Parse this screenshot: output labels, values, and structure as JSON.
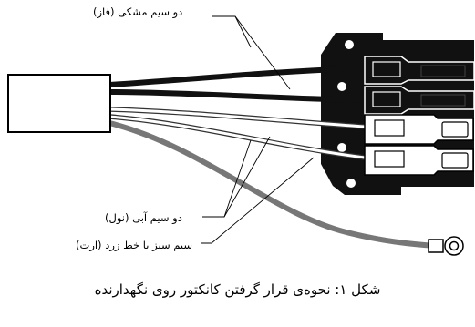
{
  "labels": {
    "black_wires": "دو سیم مشکی (فاز)",
    "blue_wires": "دو سیم آبی (نول)",
    "ground_wire": "سیم سبز با خط زرد (ارت)"
  },
  "caption": "شکل ۱: نحوه‌ی قرار گرفتن کانکتور روی نگهدارنده"
}
